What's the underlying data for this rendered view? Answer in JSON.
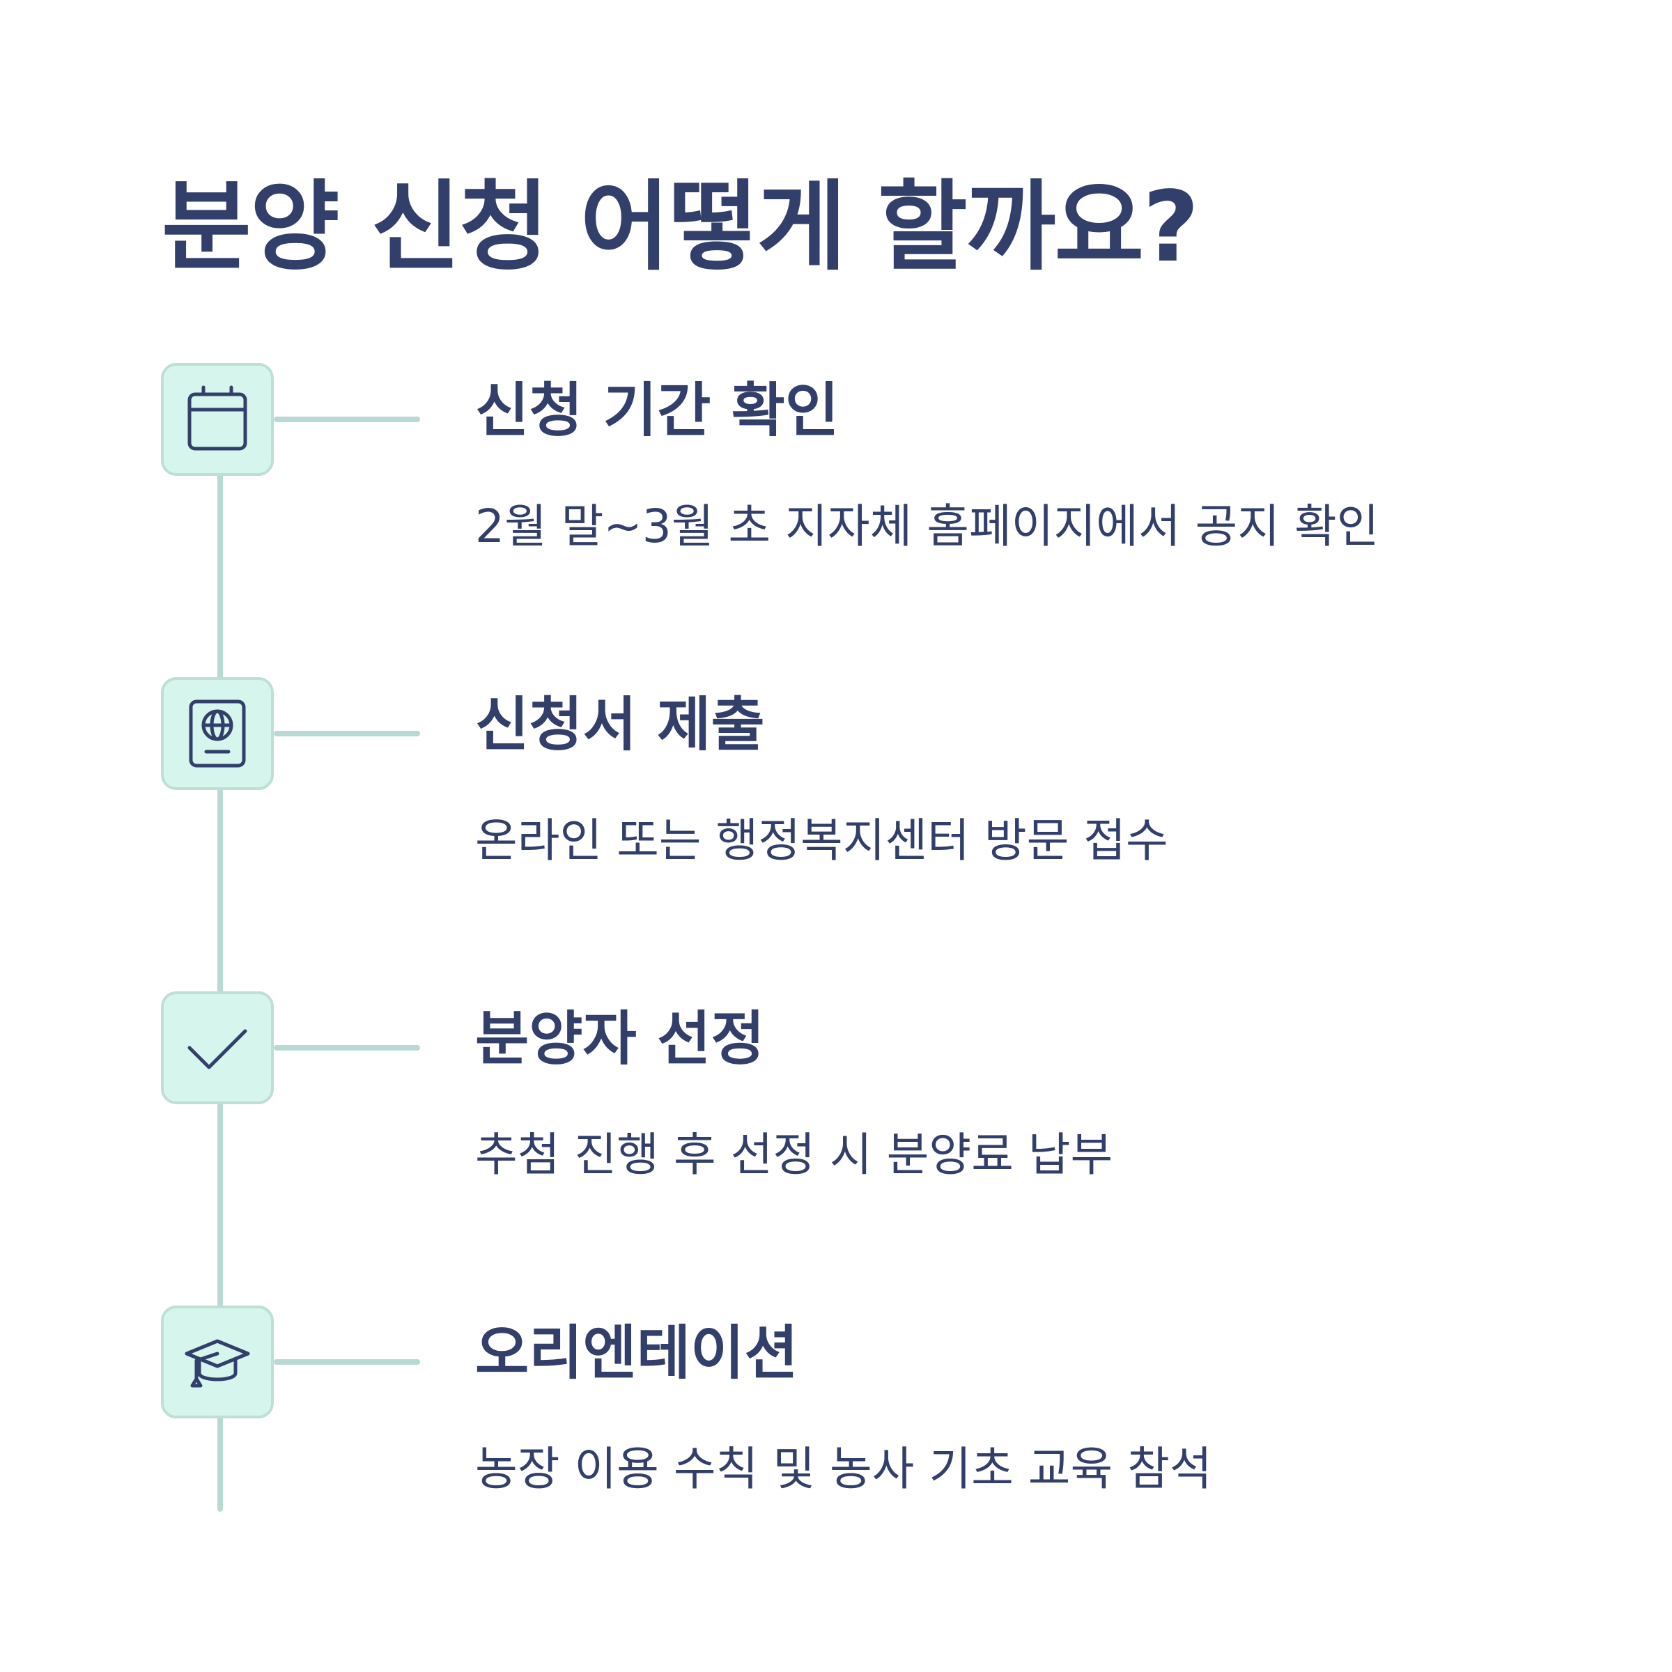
{
  "title": "분양 신청 어떻게 할까요?",
  "colors": {
    "text": "#333f6b",
    "icon_bg": "#d6f5ed",
    "line": "#b9dad3"
  },
  "steps": [
    {
      "icon": "calendar-icon",
      "title": "신청 기간 확인",
      "description": "2월 말~3월 초 지자체 홈페이지에서 공지 확인"
    },
    {
      "icon": "passport-icon",
      "title": "신청서 제출",
      "description": "온라인 또는 행정복지센터 방문 접수"
    },
    {
      "icon": "checkmark-icon",
      "title": "분양자 선정",
      "description": "추첨 진행 후 선정 시 분양료 납부"
    },
    {
      "icon": "graduation-cap-icon",
      "title": "오리엔테이션",
      "description": "농장 이용 수칙 및 농사 기초 교육 참석"
    }
  ]
}
